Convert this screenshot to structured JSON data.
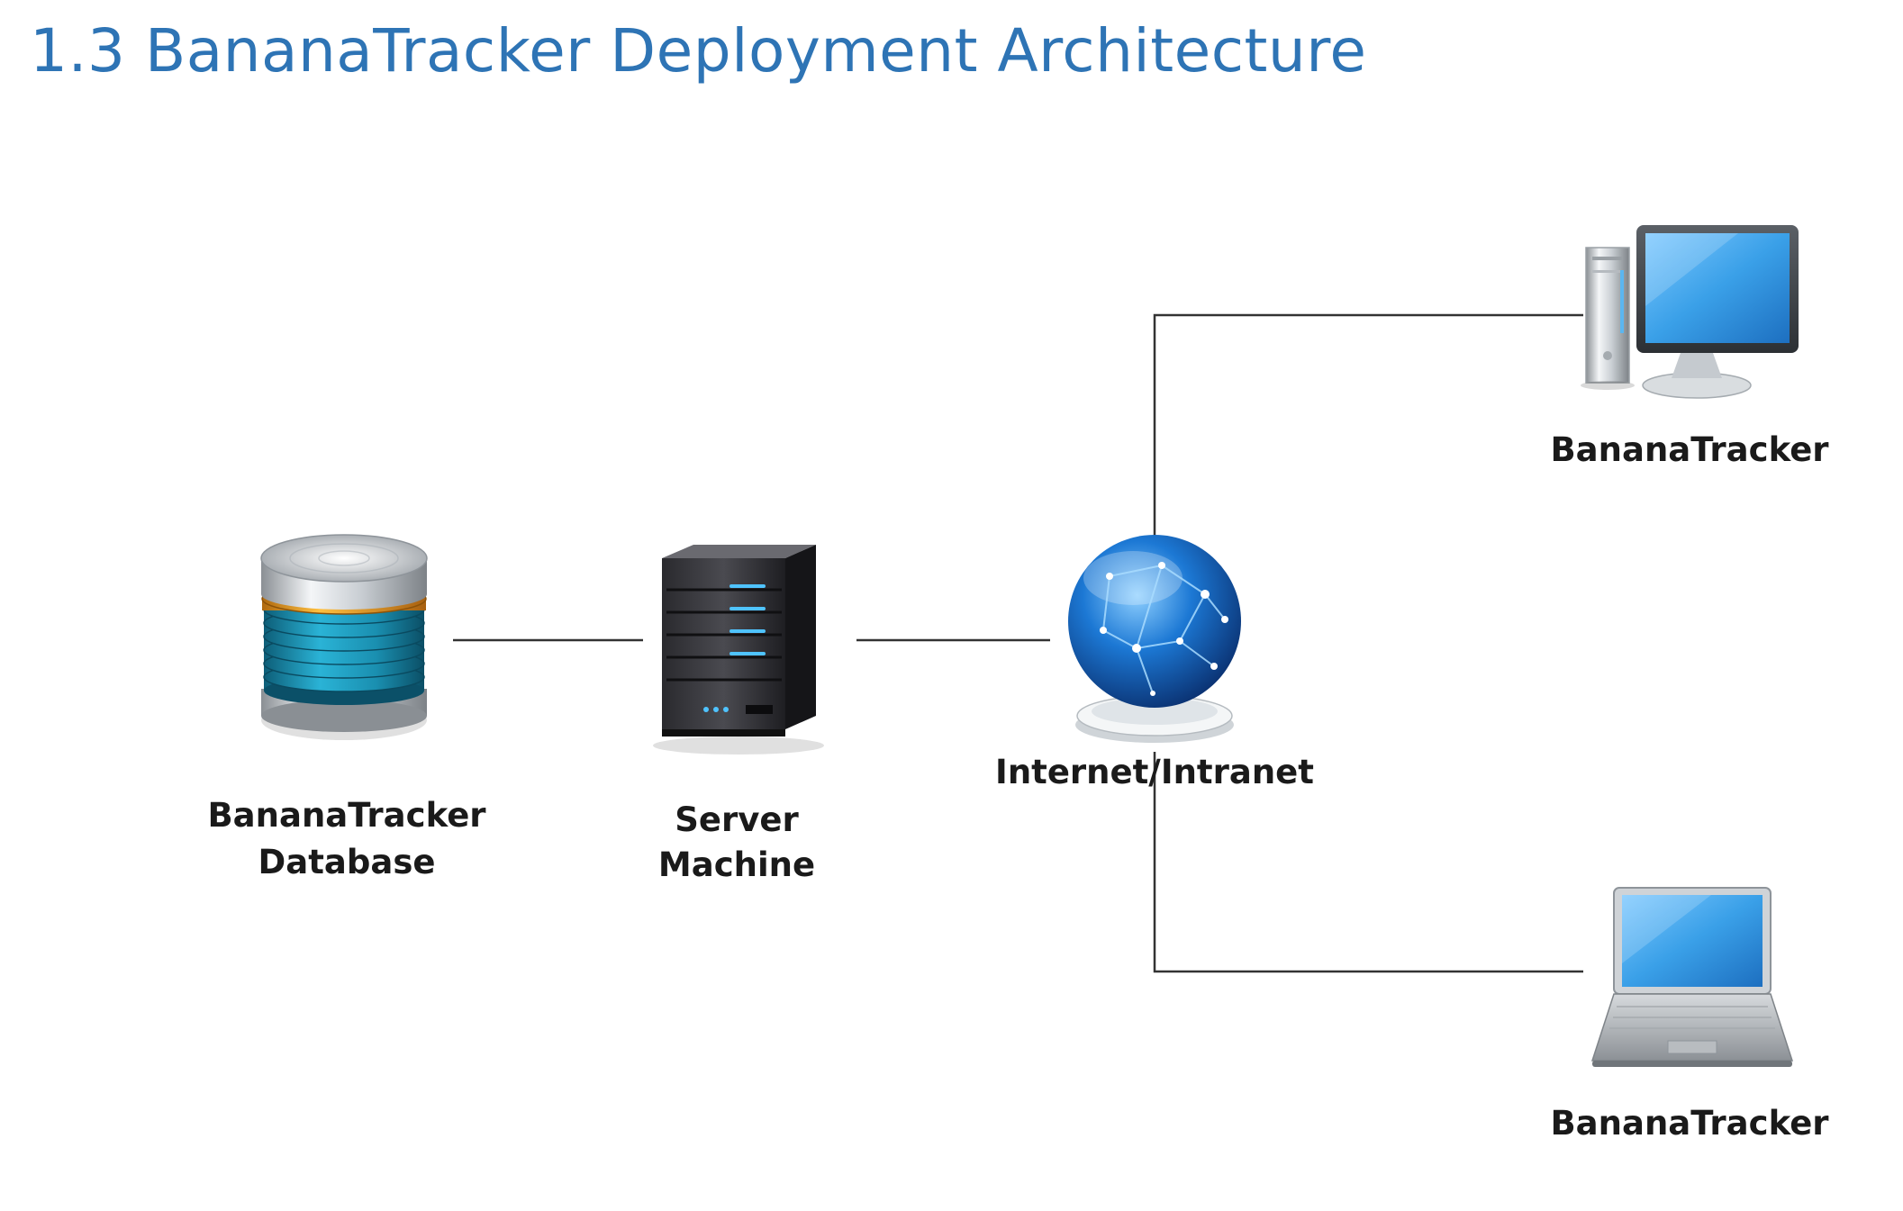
{
  "title": "1.3 BananaTracker Deployment Architecture",
  "nodes": {
    "database": {
      "line1": "BananaTracker",
      "line2": "Database",
      "icon": "database-icon"
    },
    "server": {
      "line1": "Server",
      "line2": "Machine",
      "icon": "server-icon"
    },
    "network": {
      "label": "Internet/Intranet",
      "icon": "globe-icon"
    },
    "desktop_client": {
      "label": "BananaTracker",
      "icon": "desktop-computer-icon"
    },
    "laptop_client": {
      "label": "BananaTracker",
      "icon": "laptop-icon"
    }
  },
  "colors": {
    "title": "#2e74b5",
    "connector": "#333333",
    "globe": "#1c78d4",
    "screen": "#3aa0e8",
    "db_stripe": "#1a8fb0",
    "db_accent": "#f0a020"
  }
}
